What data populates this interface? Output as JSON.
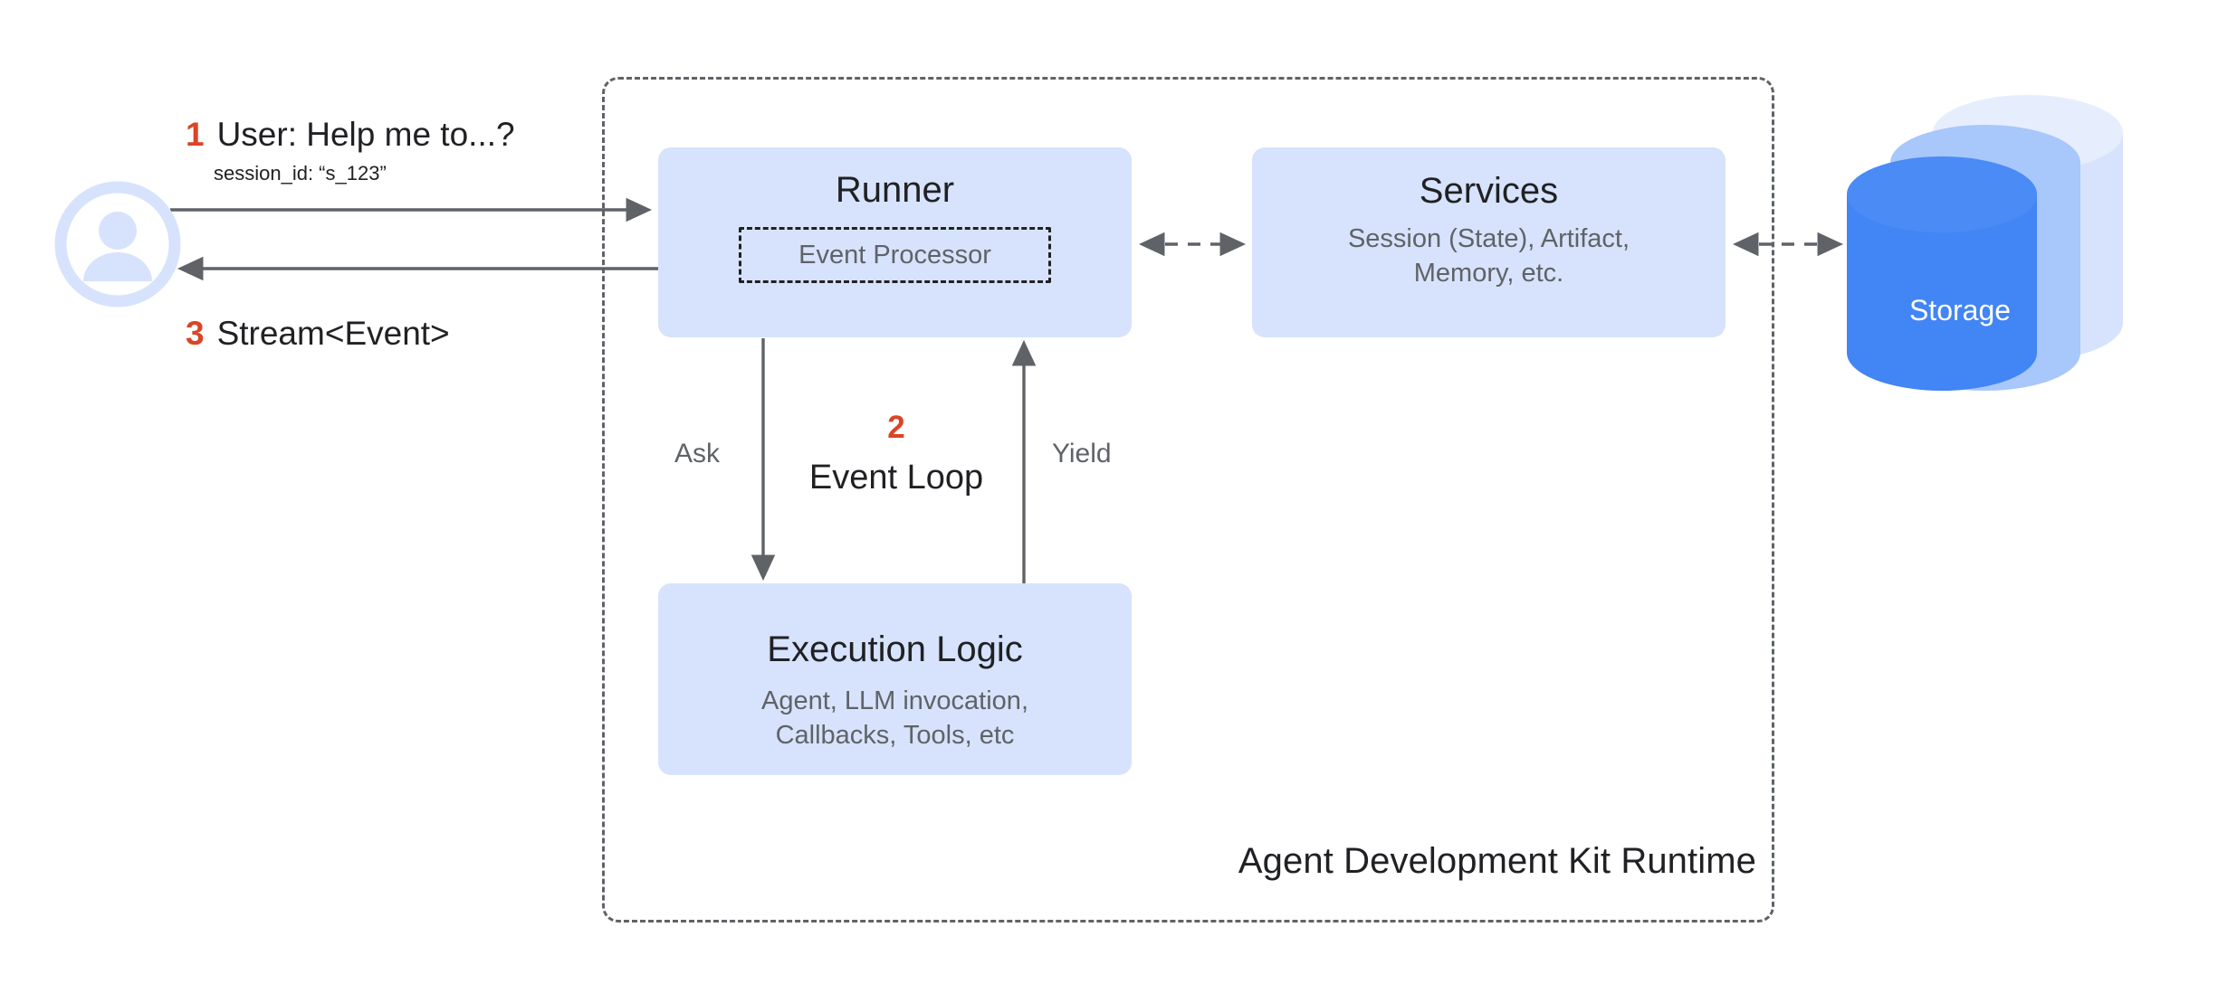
{
  "diagram": {
    "runtime_container_label": "Agent Development Kit Runtime",
    "actor": {
      "icon": "user-avatar-icon"
    },
    "messages": {
      "request": {
        "step": "1",
        "text": "User: Help me to...?",
        "detail": "session_id: “s_123”"
      },
      "response": {
        "step": "3",
        "text": "Stream<Event>"
      }
    },
    "nodes": {
      "runner": {
        "title": "Runner",
        "inner_component": "Event Processor"
      },
      "services": {
        "title": "Services",
        "subtitle": "Session (State), Artifact,\nMemory, etc."
      },
      "execution_logic": {
        "title": "Execution Logic",
        "subtitle": "Agent, LLM invocation,\nCallbacks, Tools, etc"
      },
      "storage": {
        "title": "Storage"
      }
    },
    "event_loop": {
      "step": "2",
      "label": "Event Loop",
      "down_edge_label": "Ask",
      "up_edge_label": "Yield"
    },
    "colors": {
      "node_fill": "#d7e3fc",
      "storage_front": "#4285f4",
      "storage_mid": "#a8c7fa",
      "storage_back": "#d7e3fc",
      "avatar": "#d7e3fc",
      "accent_step": "#db4426",
      "arrow": "#5f6368",
      "text_primary": "#202124",
      "text_secondary": "#5f6368"
    }
  }
}
